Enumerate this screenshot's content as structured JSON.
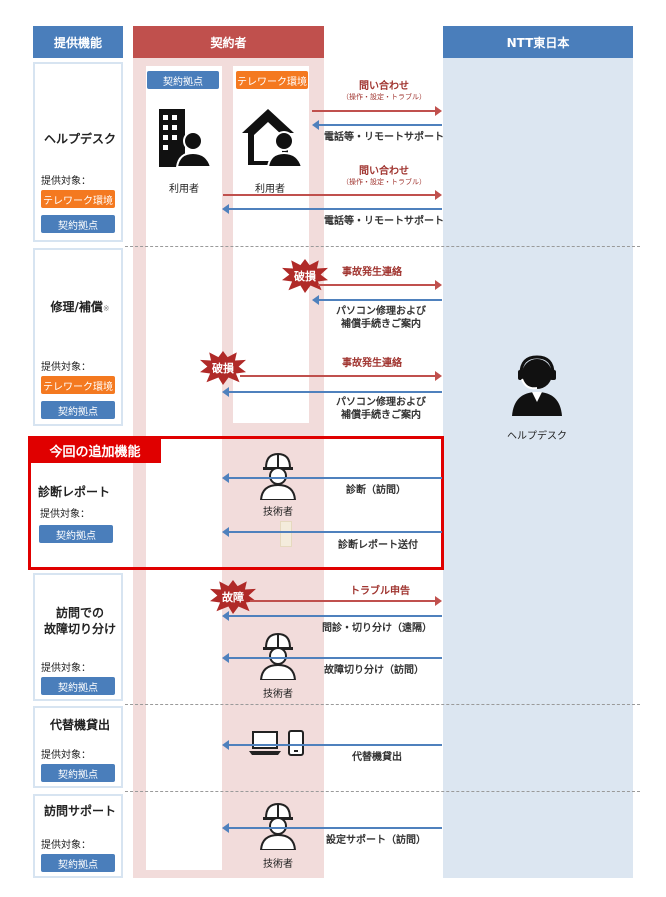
{
  "headers": {
    "features": "提供機能",
    "contractor": "契約者",
    "provider": "NTT東日本"
  },
  "badges": {
    "site": "契約拠点",
    "telework": "テレワーク環境"
  },
  "people": {
    "user": "利用者",
    "technician": "技術者",
    "helpdesk": "ヘルプデスク"
  },
  "target_label": "提供対象：",
  "new_feature_banner": "今回の追加機能",
  "features": [
    {
      "name": "ヘルプデスク"
    },
    {
      "name": "修理/補償",
      "mark": "※"
    },
    {
      "name": "診断レポート"
    },
    {
      "name": "訪問での\n故障切り分け"
    },
    {
      "name": "代替機貸出"
    },
    {
      "name": "訪問サポート"
    }
  ],
  "bursts": {
    "damage": "破損",
    "failure": "故障"
  },
  "flows": {
    "inquiry": "問い合わせ",
    "inquiry_sub": "（操作・設定・トラブル）",
    "phone_remote": "電話等・リモートサポート",
    "accident_report": "事故発生連絡",
    "repair_guide_1": "パソコン修理および",
    "repair_guide_2": "補償手続きご案内",
    "diagnosis_visit": "診断（訪問）",
    "diagnosis_report_send": "診断レポート送付",
    "trouble_report": "トラブル申告",
    "remote_isolation": "問診・切り分け（遠隔）",
    "visit_isolation": "故障切り分け（訪問）",
    "loaner": "代替機貸出",
    "setup_support": "設定サポート（訪問）"
  },
  "colors": {
    "header_blue": "#4a7ebb",
    "header_red": "#c0504d",
    "telework_orange": "#f47920",
    "highlight_red": "#e00000"
  }
}
